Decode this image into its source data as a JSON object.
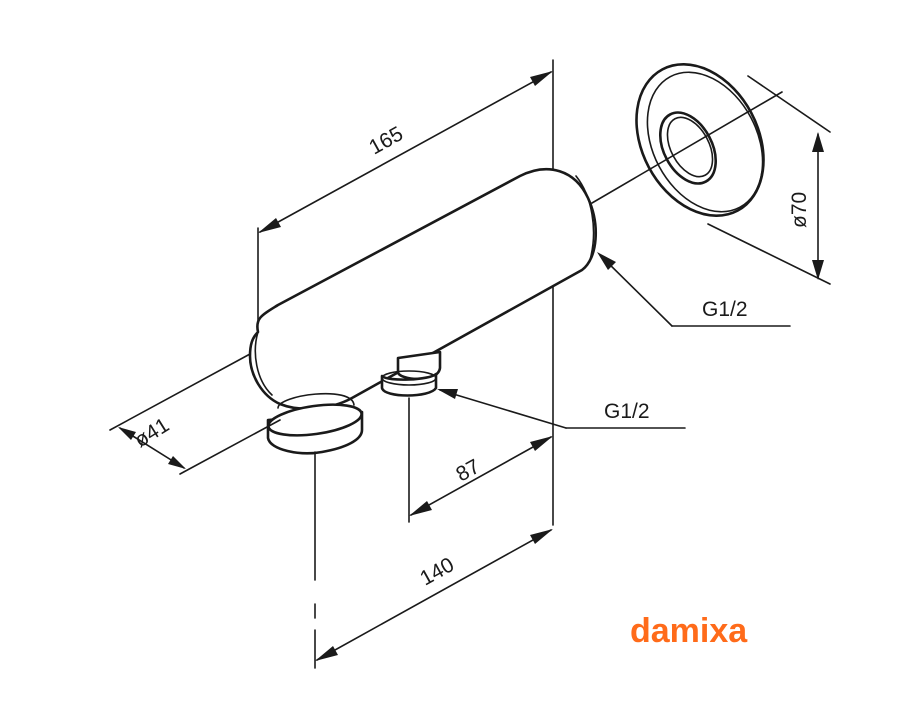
{
  "dimensions": {
    "length_overall": "165",
    "outlet_spacing": "87",
    "base_length": "140",
    "body_diameter": "ø41",
    "flange_diameter": "ø70"
  },
  "threads": {
    "rear_connection": "G1/2",
    "bottom_outlet": "G1/2"
  },
  "brand": {
    "logo_text": "damixa",
    "color": "#ff6b1a"
  }
}
